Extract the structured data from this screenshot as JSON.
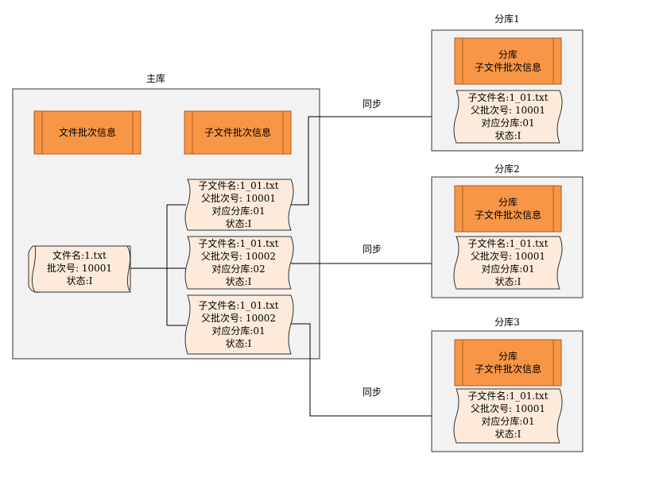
{
  "header_fragment": "",
  "main_db": {
    "title": "主库",
    "tables": [
      "文件批次信息",
      "子文件批次信息"
    ],
    "file_record": [
      "文件名:1.txt",
      "批次号: 10001",
      "状态:I"
    ],
    "sub_records": [
      [
        "子文件名:1_01.txt",
        "父批次号: 10001",
        "对应分库:01",
        "状态:I"
      ],
      [
        "子文件名:1_01.txt",
        "父批次号: 10002",
        "对应分库:02",
        "状态:I"
      ],
      [
        "子文件名:1_01.txt",
        "父批次号: 10002",
        "对应分库:01",
        "状态:I"
      ]
    ]
  },
  "sync_label": "同步",
  "shards": [
    {
      "title": "分库1",
      "table": [
        "分库",
        "子文件批次信息"
      ],
      "record": [
        "子文件名:1_01.txt",
        "父批次号: 10001",
        "对应分库:01",
        "状态:I"
      ]
    },
    {
      "title": "分库2",
      "table": [
        "分库",
        "子文件批次信息"
      ],
      "record": [
        "子文件名:1_01.txt",
        "父批次号: 10001",
        "对应分库:01",
        "状态:I"
      ]
    },
    {
      "title": "分库3",
      "table": [
        "分库",
        "子文件批次信息"
      ],
      "record": [
        "子文件名:1_01.txt",
        "父批次号: 10001",
        "对应分库:01",
        "状态:I"
      ]
    }
  ],
  "colors": {
    "table_fill": "#f79646",
    "record_fill": "#fdeada",
    "container_fill": "#f2f2f2"
  }
}
